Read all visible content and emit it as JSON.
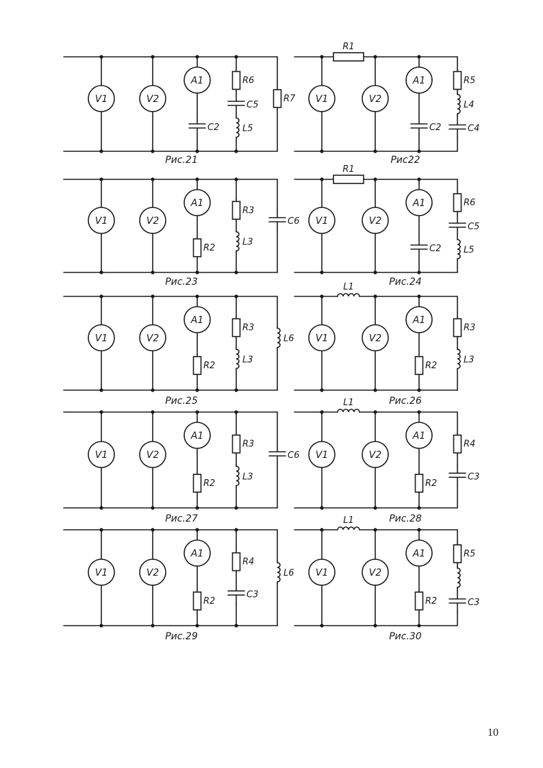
{
  "page": {
    "number": "10"
  },
  "figures": [
    {
      "id": "fig21",
      "caption": "Рис.21",
      "series": {
        "label": "",
        "type": "none"
      },
      "meters": [
        "V1",
        "V2"
      ],
      "ammeter_branch": {
        "meter": "A1",
        "elements": [
          {
            "type": "C",
            "label": "C2"
          }
        ]
      },
      "branch2": [
        {
          "type": "R",
          "label": "R6"
        },
        {
          "type": "C",
          "label": "C5"
        },
        {
          "type": "L",
          "label": "L5"
        }
      ],
      "branch3": [
        {
          "type": "R",
          "label": "R7"
        }
      ]
    },
    {
      "id": "fig22",
      "caption": "Рис22",
      "series": {
        "label": "R1",
        "type": "R"
      },
      "meters": [
        "V1",
        "V2"
      ],
      "ammeter_branch": {
        "meter": "A1",
        "elements": [
          {
            "type": "C",
            "label": "C2"
          }
        ]
      },
      "branch2": [
        {
          "type": "R",
          "label": "R5"
        },
        {
          "type": "L",
          "label": "L4"
        },
        {
          "type": "C",
          "label": "C4"
        }
      ],
      "branch3": []
    },
    {
      "id": "fig23",
      "caption": "Рис.23",
      "series": {
        "label": "",
        "type": "none"
      },
      "meters": [
        "V1",
        "V2"
      ],
      "ammeter_branch": {
        "meter": "A1",
        "elements": [
          {
            "type": "R",
            "label": "R2"
          }
        ]
      },
      "branch2": [
        {
          "type": "R",
          "label": "R3"
        },
        {
          "type": "L",
          "label": "L3"
        }
      ],
      "branch3": [
        {
          "type": "C",
          "label": "C6"
        }
      ]
    },
    {
      "id": "fig24",
      "caption": "Рис.24",
      "series": {
        "label": "R1",
        "type": "R"
      },
      "meters": [
        "V1",
        "V2"
      ],
      "ammeter_branch": {
        "meter": "A1",
        "elements": [
          {
            "type": "C",
            "label": "C2"
          }
        ]
      },
      "branch2": [
        {
          "type": "R",
          "label": "R6"
        },
        {
          "type": "C",
          "label": "C5"
        },
        {
          "type": "L",
          "label": "L5"
        }
      ],
      "branch3": []
    },
    {
      "id": "fig25",
      "caption": "Рис.25",
      "series": {
        "label": "",
        "type": "none"
      },
      "meters": [
        "V1",
        "V2"
      ],
      "ammeter_branch": {
        "meter": "A1",
        "elements": [
          {
            "type": "R",
            "label": "R2"
          }
        ]
      },
      "branch2": [
        {
          "type": "R",
          "label": "R3"
        },
        {
          "type": "L",
          "label": "L3"
        }
      ],
      "branch3": [
        {
          "type": "L",
          "label": "L6"
        }
      ]
    },
    {
      "id": "fig26",
      "caption": "Рис.26",
      "series": {
        "label": "L1",
        "type": "L"
      },
      "meters": [
        "V1",
        "V2"
      ],
      "ammeter_branch": {
        "meter": "A1",
        "elements": [
          {
            "type": "R",
            "label": "R2"
          }
        ]
      },
      "branch2": [
        {
          "type": "R",
          "label": "R3"
        },
        {
          "type": "L",
          "label": "L3"
        }
      ],
      "branch3": []
    },
    {
      "id": "fig27",
      "caption": "Рис.27",
      "series": {
        "label": "",
        "type": "none"
      },
      "meters": [
        "V1",
        "V2"
      ],
      "ammeter_branch": {
        "meter": "A1",
        "elements": [
          {
            "type": "R",
            "label": "R2"
          }
        ]
      },
      "branch2": [
        {
          "type": "R",
          "label": "R3"
        },
        {
          "type": "L",
          "label": "L3"
        }
      ],
      "branch3": [
        {
          "type": "C",
          "label": "C6"
        }
      ]
    },
    {
      "id": "fig28",
      "caption": "Рис.28",
      "series": {
        "label": "L1",
        "type": "L"
      },
      "meters": [
        "V1",
        "V2"
      ],
      "ammeter_branch": {
        "meter": "A1",
        "elements": [
          {
            "type": "R",
            "label": "R2"
          }
        ]
      },
      "branch2": [
        {
          "type": "R",
          "label": "R4"
        },
        {
          "type": "C",
          "label": "C3"
        }
      ],
      "branch3": []
    },
    {
      "id": "fig29",
      "caption": "Рис.29",
      "series": {
        "label": "",
        "type": "none"
      },
      "meters": [
        "V1",
        "V2"
      ],
      "ammeter_branch": {
        "meter": "A1",
        "elements": [
          {
            "type": "R",
            "label": "R2"
          }
        ]
      },
      "branch2": [
        {
          "type": "R",
          "label": "R4"
        },
        {
          "type": "C",
          "label": "C3"
        }
      ],
      "branch3": [
        {
          "type": "L",
          "label": "L6"
        }
      ]
    },
    {
      "id": "fig30",
      "caption": "Рис.30",
      "series": {
        "label": "L1",
        "type": "L"
      },
      "meters": [
        "V1",
        "V2"
      ],
      "ammeter_branch": {
        "meter": "A1",
        "elements": [
          {
            "type": "R",
            "label": "R2"
          }
        ]
      },
      "branch2": [
        {
          "type": "R",
          "label": "R5"
        },
        {
          "type": "L",
          "label": ""
        },
        {
          "type": "C",
          "label": "C3"
        }
      ],
      "branch3": []
    }
  ]
}
